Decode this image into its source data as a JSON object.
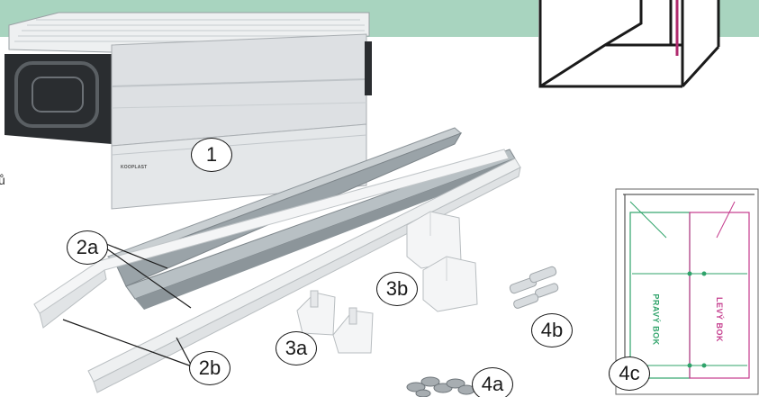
{
  "callouts": {
    "c1": "1",
    "c2a": "2a",
    "c2b": "2b",
    "c3a": "3a",
    "c3b": "3b",
    "c4a": "4a",
    "c4b": "4b",
    "c4c": "4c"
  },
  "drawer_brand": "KOOPLAST",
  "side_char": "ů",
  "template_labels": {
    "right_side": "PRAVÝ BOK",
    "left_side": "LEVÝ BOK"
  },
  "colors": {
    "banner_green": "#a8d4bf",
    "drawer_grey": "#dde0e3",
    "rail_silver": "#b8c0c4",
    "template_green": "#2fa36a",
    "template_magenta": "#c43a8c",
    "marker_magenta": "#b02a6e"
  }
}
